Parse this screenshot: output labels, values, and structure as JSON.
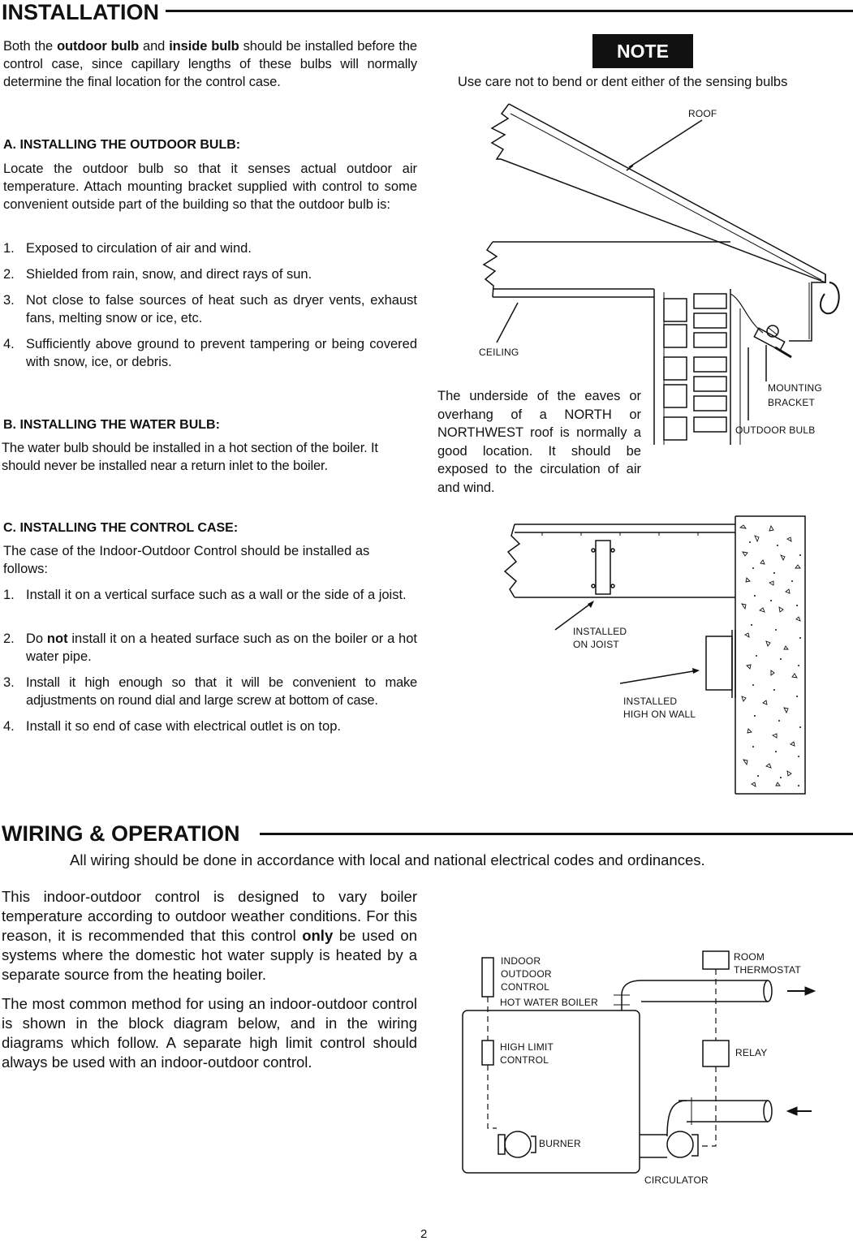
{
  "installation": {
    "heading": "INSTALLATION",
    "intro_pre": "Both the ",
    "intro_b1": "outdoor bulb",
    "intro_mid": " and ",
    "intro_b2": "inside bulb",
    "intro_post": " should be installed before the control case, since capillary lengths of these bulbs will normally determine the final location for the control case.",
    "note_label": "NOTE",
    "note_text": "Use care not to bend or dent either of the sensing bulbs",
    "section_a": {
      "title": "A.  INSTALLING THE OUTDOOR BULB:",
      "text": "Locate the outdoor bulb so that it senses actual outdoor air temperature. Attach mounting bracket supplied with control to some convenient outside part of the building so that the outdoor bulb is:",
      "items": [
        {
          "num": "1.",
          "text": "Exposed to circulation of air and wind."
        },
        {
          "num": "2.",
          "text": "Shielded from rain, snow, and direct rays of sun."
        },
        {
          "num": "3.",
          "text": "Not close to false sources of heat such as dryer vents, exhaust fans, melting snow or ice, etc."
        },
        {
          "num": "4.",
          "text": "Sufficiently above ground to prevent tampering or being covered with snow, ice, or debris."
        }
      ]
    },
    "section_b": {
      "title": "B.  INSTALLING THE WATER BULB:",
      "text": "The water bulb should be installed in a hot section of the boiler. It should never be installed near a return inlet to the boiler."
    },
    "section_c": {
      "title": "C.  INSTALLING THE CONTROL CASE:",
      "text": "The case of the Indoor-Outdoor Control should be installed as follows:",
      "items": [
        {
          "num": "1.",
          "text": "Install it on a vertical surface such as a wall or the side of a joist."
        },
        {
          "num": "2.",
          "pre": "Do ",
          "bold": "not",
          "post": " install it on a heated surface such as on the boiler or a hot water pipe."
        },
        {
          "num": "3.",
          "text": "Install it high enough so that it will be convenient to make adjustments on round dial and large screw at bottom of case."
        },
        {
          "num": "4.",
          "text": "Install it so end of case with electrical outlet is on top."
        }
      ]
    },
    "eaves_diagram": {
      "roof": "ROOF",
      "ceiling": "CEILING",
      "mounting": "MOUNTING",
      "bracket": "BRACKET",
      "outdoor_bulb": "OUTDOOR BULB",
      "caption": "The underside of the eaves or overhang of a NORTH or NORTHWEST roof is normally a good location. It should be exposed to the circulation of air and wind."
    },
    "case_diagram": {
      "joist1": "INSTALLED",
      "joist2": "ON JOIST",
      "wall1": "INSTALLED",
      "wall2": "HIGH ON WALL"
    }
  },
  "wiring": {
    "heading": "WIRING & OPERATION",
    "codes": "All wiring should be done in accordance with local and national electrical codes and ordinances.",
    "p1_pre": "This indoor-outdoor control is designed to vary boiler temperature according to outdoor weather conditions. For this reason, it is recommended that this control ",
    "p1_bold": "only",
    "p1_post": " be used on systems where the domestic hot water supply is heated by a separate source from the heating boiler.",
    "p2": "The most common method for using an indoor-outdoor control is shown in the block diagram below, and in the wiring diagrams which follow. A separate high limit control should always be used with an indoor-outdoor control.",
    "block_diagram": {
      "indoor": "INDOOR",
      "outdoor": "OUTDOOR",
      "control": "CONTROL",
      "hot_water_boiler": "HOT WATER BOILER",
      "high_limit": "HIGH LIMIT",
      "control2": "CONTROL",
      "burner": "BURNER",
      "circulator": "CIRCULATOR",
      "room": "ROOM",
      "thermostat": "THERMOSTAT",
      "relay": "RELAY"
    }
  },
  "page_number": "2"
}
